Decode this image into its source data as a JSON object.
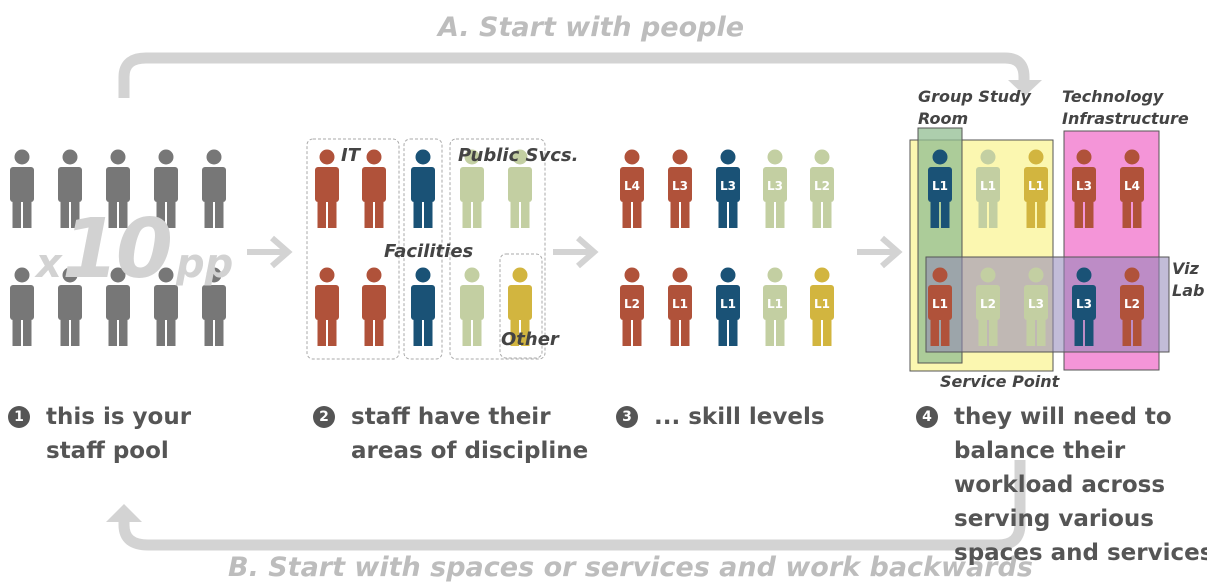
{
  "loop_a_label": "A. Start with people",
  "loop_b_label": "B. Start with spaces or services and work backwards",
  "multiplier": {
    "x": "x",
    "n": "10",
    "pp": "pp"
  },
  "steps": [
    {
      "num": "1",
      "lines": [
        "this is your",
        "staff pool"
      ]
    },
    {
      "num": "2",
      "lines": [
        "staff have their",
        "areas of discipline"
      ]
    },
    {
      "num": "3",
      "lines": [
        "... skill levels"
      ]
    },
    {
      "num": "4",
      "lines": [
        "they will need to",
        "balance their",
        "workload across",
        "serving various",
        "spaces and services"
      ]
    }
  ],
  "discipline_groups": {
    "it": "IT",
    "public": "Public Svcs.",
    "facilities": "Facilities",
    "other": "Other"
  },
  "space_groups": {
    "group_study": [
      "Group Study",
      "Room"
    ],
    "technology": [
      "Technology",
      "Infrastructure"
    ],
    "viz_lab": [
      "Viz",
      "Lab"
    ],
    "service_point": "Service Point"
  },
  "colors": {
    "gray": "#777777",
    "it": "#b0523a",
    "facilities": "#1a5276",
    "public": "#c3cfa2",
    "other": "#d2b53f",
    "arrow": "#d3d3d3"
  },
  "skill_levels": {
    "panel3_row1": [
      "L4",
      "L3",
      "L3",
      "L3",
      "L2"
    ],
    "panel3_row2": [
      "L2",
      "L1",
      "L1",
      "L1",
      "L1"
    ],
    "panel4_row1": [
      "L1",
      "L1",
      "L1",
      "L3",
      "L4"
    ],
    "panel4_row2": [
      "L1",
      "L2",
      "L3",
      "L3",
      "L2"
    ]
  }
}
